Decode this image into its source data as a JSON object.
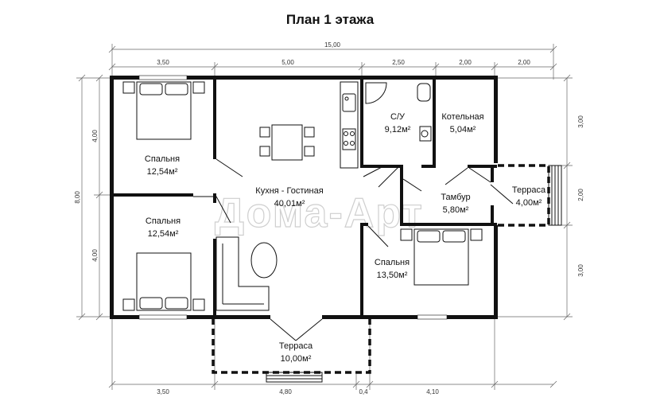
{
  "title": "План 1 этажа",
  "watermark": "Дома-Арт",
  "dimensions": {
    "total_width": "15,00",
    "top": [
      "3,50",
      "5,00",
      "2,50",
      "2,00",
      "2,00"
    ],
    "bottom": [
      "3,50",
      "4,80",
      "0,4",
      "4,10"
    ],
    "left_total": "8,00",
    "left": [
      "4,00",
      "4,00"
    ],
    "right": [
      "3,00",
      "2,00",
      "3,00"
    ]
  },
  "rooms": [
    {
      "name": "Спальня",
      "area": "12,54м²"
    },
    {
      "name": "Кухня - Гостиная",
      "area": "40,01м²"
    },
    {
      "name": "С/У",
      "area": "9,12м²"
    },
    {
      "name": "Котельная",
      "area": "5,04м²"
    },
    {
      "name": "Спальня",
      "area": "12,54м²"
    },
    {
      "name": "Тамбур",
      "area": "5,80м²"
    },
    {
      "name": "Терраса",
      "area": "4,00м²"
    },
    {
      "name": "Спальня",
      "area": "13,50м²"
    },
    {
      "name": "Терраса",
      "area": "10,00м²"
    }
  ]
}
